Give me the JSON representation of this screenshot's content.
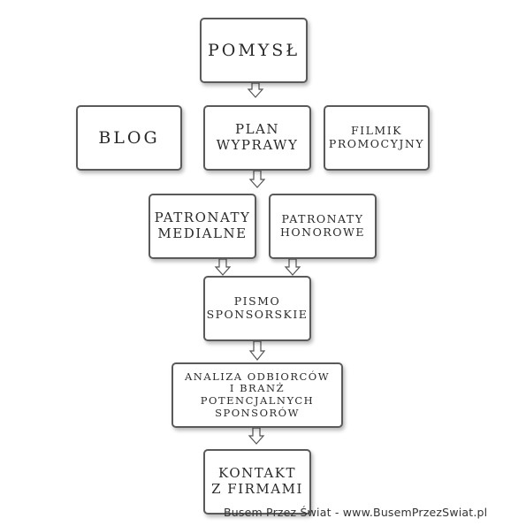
{
  "nodes": {
    "pomysl": {
      "lines": [
        "POMYSŁ"
      ]
    },
    "blog": {
      "lines": [
        "BLOG"
      ]
    },
    "plan": {
      "lines": [
        "PLAN",
        "WYPRAWY"
      ]
    },
    "filmik": {
      "lines": [
        "FILMIK",
        "PROMOCYJNY"
      ]
    },
    "pmed": {
      "lines": [
        "PATRONATY",
        "MEDIALNE"
      ]
    },
    "phon": {
      "lines": [
        "PATRONATY",
        "HONOROWE"
      ]
    },
    "pismo": {
      "lines": [
        "PISMO",
        "SPONSORSKIE"
      ]
    },
    "analiza": {
      "lines": [
        "ANALIZA ODBIORCÓW",
        "I BRANŻ",
        "POTENCJALNYCH",
        "SPONSORÓW"
      ]
    },
    "kontakt": {
      "lines": [
        "KONTAKT",
        "Z FIRMAMI"
      ]
    }
  },
  "edges": [
    {
      "from": "pomysl",
      "to": "plan"
    },
    {
      "from": "plan",
      "to": "pmed"
    },
    {
      "from": "pmed",
      "to": "pismo"
    },
    {
      "from": "phon",
      "to": "pismo"
    },
    {
      "from": "pismo",
      "to": "analiza"
    },
    {
      "from": "analiza",
      "to": "kontakt"
    }
  ],
  "footer": "Busem Przez Świat - www.BusemPrzezSwiat.pl",
  "colors": {
    "border": "#5a5a5a",
    "text": "#2a2a2a",
    "background": "#ffffff"
  }
}
